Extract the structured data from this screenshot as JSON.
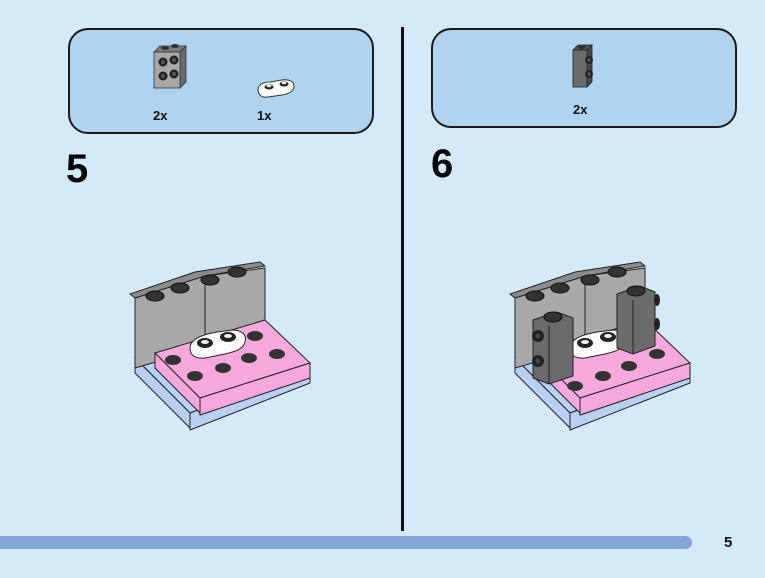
{
  "page": {
    "number": "5",
    "progress_fraction": 0.905
  },
  "colors": {
    "background": "#d4eaf9",
    "parts_box": "#b0d4ef",
    "progress": "#84a6d8",
    "light_gray": "#a0a0a0",
    "dark_gray": "#6b6b6b",
    "pink": "#f7a8dc",
    "light_blue_plate": "#b9cff3",
    "white": "#ffffff"
  },
  "steps": [
    {
      "number": "5",
      "parts": [
        {
          "name": "brick-1x2-with-studs-on-side-light-gray",
          "icon": "brick-2x2-side-studs-icon",
          "quantity": "2x"
        },
        {
          "name": "plate-1x2-rounded-white",
          "icon": "rounded-plate-icon",
          "quantity": "1x"
        }
      ]
    },
    {
      "number": "6",
      "parts": [
        {
          "name": "brick-1x1-with-studs-on-side-dark-gray",
          "icon": "brick-1x1-side-studs-icon",
          "quantity": "2x"
        }
      ]
    }
  ]
}
